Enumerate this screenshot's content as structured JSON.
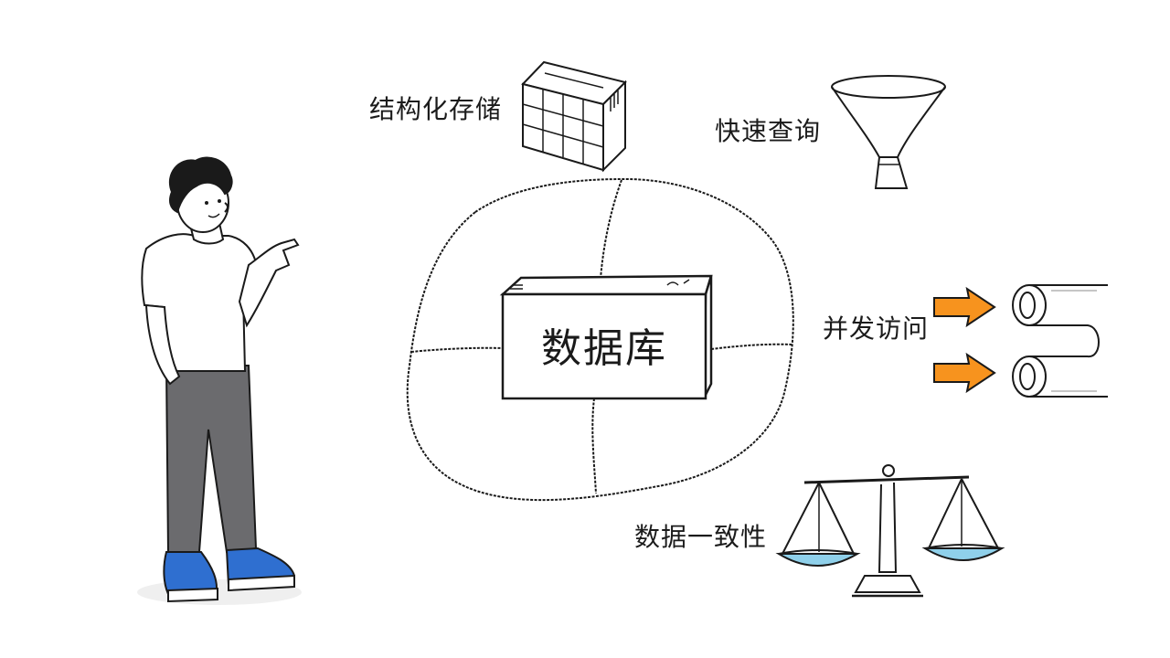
{
  "diagram": {
    "center": {
      "label": "数据库"
    },
    "features": [
      {
        "id": "storage",
        "label": "结构化存储",
        "icon": "grid-cube-icon"
      },
      {
        "id": "query",
        "label": "快速查询",
        "icon": "funnel-icon"
      },
      {
        "id": "concurrent",
        "label": "并发访问",
        "icon": "pipes-arrows-icon"
      },
      {
        "id": "consistency",
        "label": "数据一致性",
        "icon": "balance-scale-icon"
      }
    ],
    "colors": {
      "ink": "#1a1a1a",
      "arrow": "#f7931e",
      "pants": "#6b6b6e",
      "shoes": "#2f6fd0",
      "water": "#8fd0ea"
    }
  }
}
